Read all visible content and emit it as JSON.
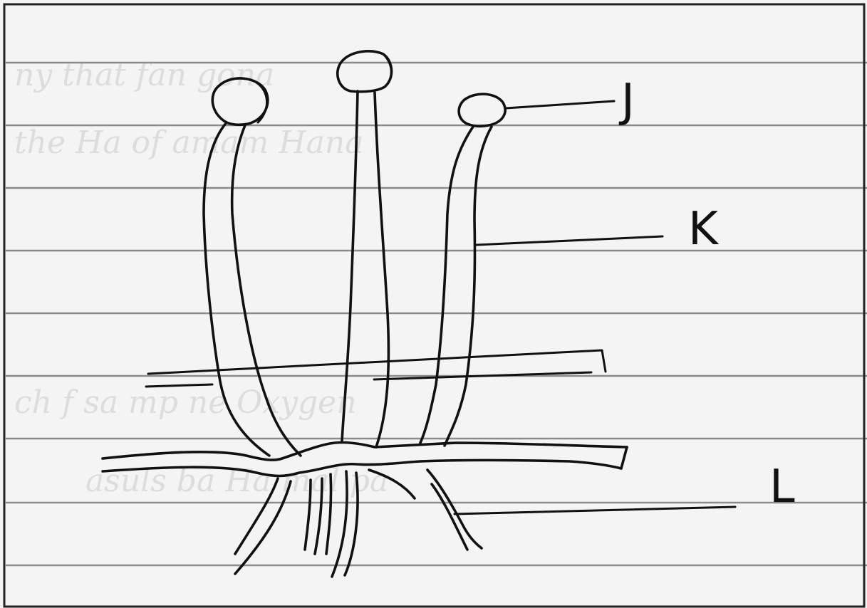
{
  "figure": {
    "labels": {
      "j": "J",
      "k": "K",
      "l": "L"
    },
    "parts": [
      "sporangium",
      "sporangiophore",
      "rhizoids",
      "stolon"
    ],
    "colors": {
      "paper": "#f4f4f4",
      "ruled_line": "#8c8c8c",
      "ink": "#111111"
    }
  }
}
